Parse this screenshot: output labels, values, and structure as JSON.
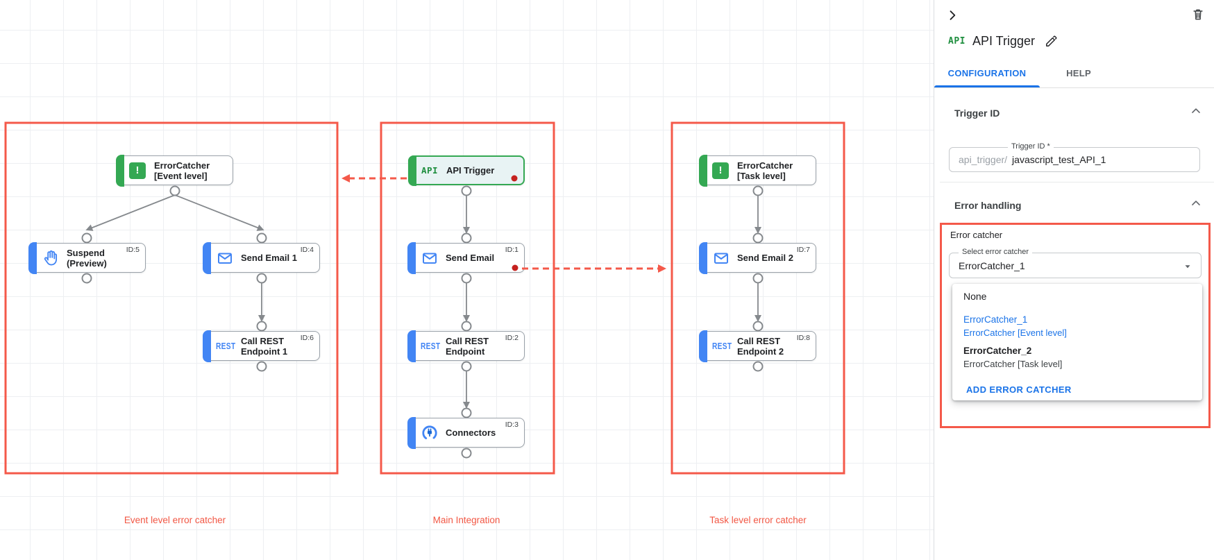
{
  "colors": {
    "red_accent": "#f4594a",
    "red_dot": "#c5221f",
    "green": "#34a853",
    "blue": "#4285f4",
    "link_blue": "#1a73e8"
  },
  "canvas": {
    "groups": [
      {
        "label": "Event level error catcher"
      },
      {
        "label": "Main Integration"
      },
      {
        "label": "Task level error catcher"
      }
    ],
    "nodes": {
      "error_catcher_event": {
        "label": "ErrorCatcher [Event level]",
        "icon": "error-catcher-icon",
        "icon_text": "!"
      },
      "suspend": {
        "label": "Suspend (Preview)",
        "id": "ID:5",
        "icon": "hand-icon"
      },
      "send_email_1": {
        "label": "Send Email 1",
        "id": "ID:4",
        "icon": "email-icon"
      },
      "call_rest_1": {
        "label": "Call REST Endpoint 1",
        "id": "ID:6",
        "icon": "rest-icon",
        "icon_text": "REST"
      },
      "api_trigger": {
        "label": "API Trigger",
        "icon": "api-icon",
        "icon_text": "API"
      },
      "send_email": {
        "label": "Send Email",
        "id": "ID:1",
        "icon": "email-icon"
      },
      "call_rest": {
        "label": "Call REST Endpoint",
        "id": "ID:2",
        "icon": "rest-icon",
        "icon_text": "REST"
      },
      "connectors": {
        "label": "Connectors",
        "id": "ID:3",
        "icon": "connectors-icon"
      },
      "error_catcher_task": {
        "label": "ErrorCatcher [Task level]",
        "icon": "error-catcher-icon",
        "icon_text": "!"
      },
      "send_email_2": {
        "label": "Send Email 2",
        "id": "ID:7",
        "icon": "email-icon"
      },
      "call_rest_2": {
        "label": "Call REST Endpoint 2",
        "id": "ID:8",
        "icon": "rest-icon",
        "icon_text": "REST"
      }
    }
  },
  "panel": {
    "title": "API Trigger",
    "title_icon": "API",
    "tabs": [
      {
        "label": "CONFIGURATION"
      },
      {
        "label": "HELP"
      }
    ],
    "trigger_id": {
      "title": "Trigger ID",
      "field_label": "Trigger ID *",
      "prefix": "api_trigger/",
      "value": "javascript_test_API_1"
    },
    "error_handling": {
      "title": "Error handling",
      "group_label": "Error catcher",
      "select_label": "Select error catcher",
      "select_value": "ErrorCatcher_1",
      "dropdown": {
        "none_label": "None",
        "options": [
          {
            "name": "ErrorCatcher_1",
            "desc": "ErrorCatcher [Event level]"
          },
          {
            "name": "ErrorCatcher_2",
            "desc": "ErrorCatcher [Task level]"
          }
        ],
        "add_label": "ADD ERROR CATCHER"
      }
    }
  }
}
